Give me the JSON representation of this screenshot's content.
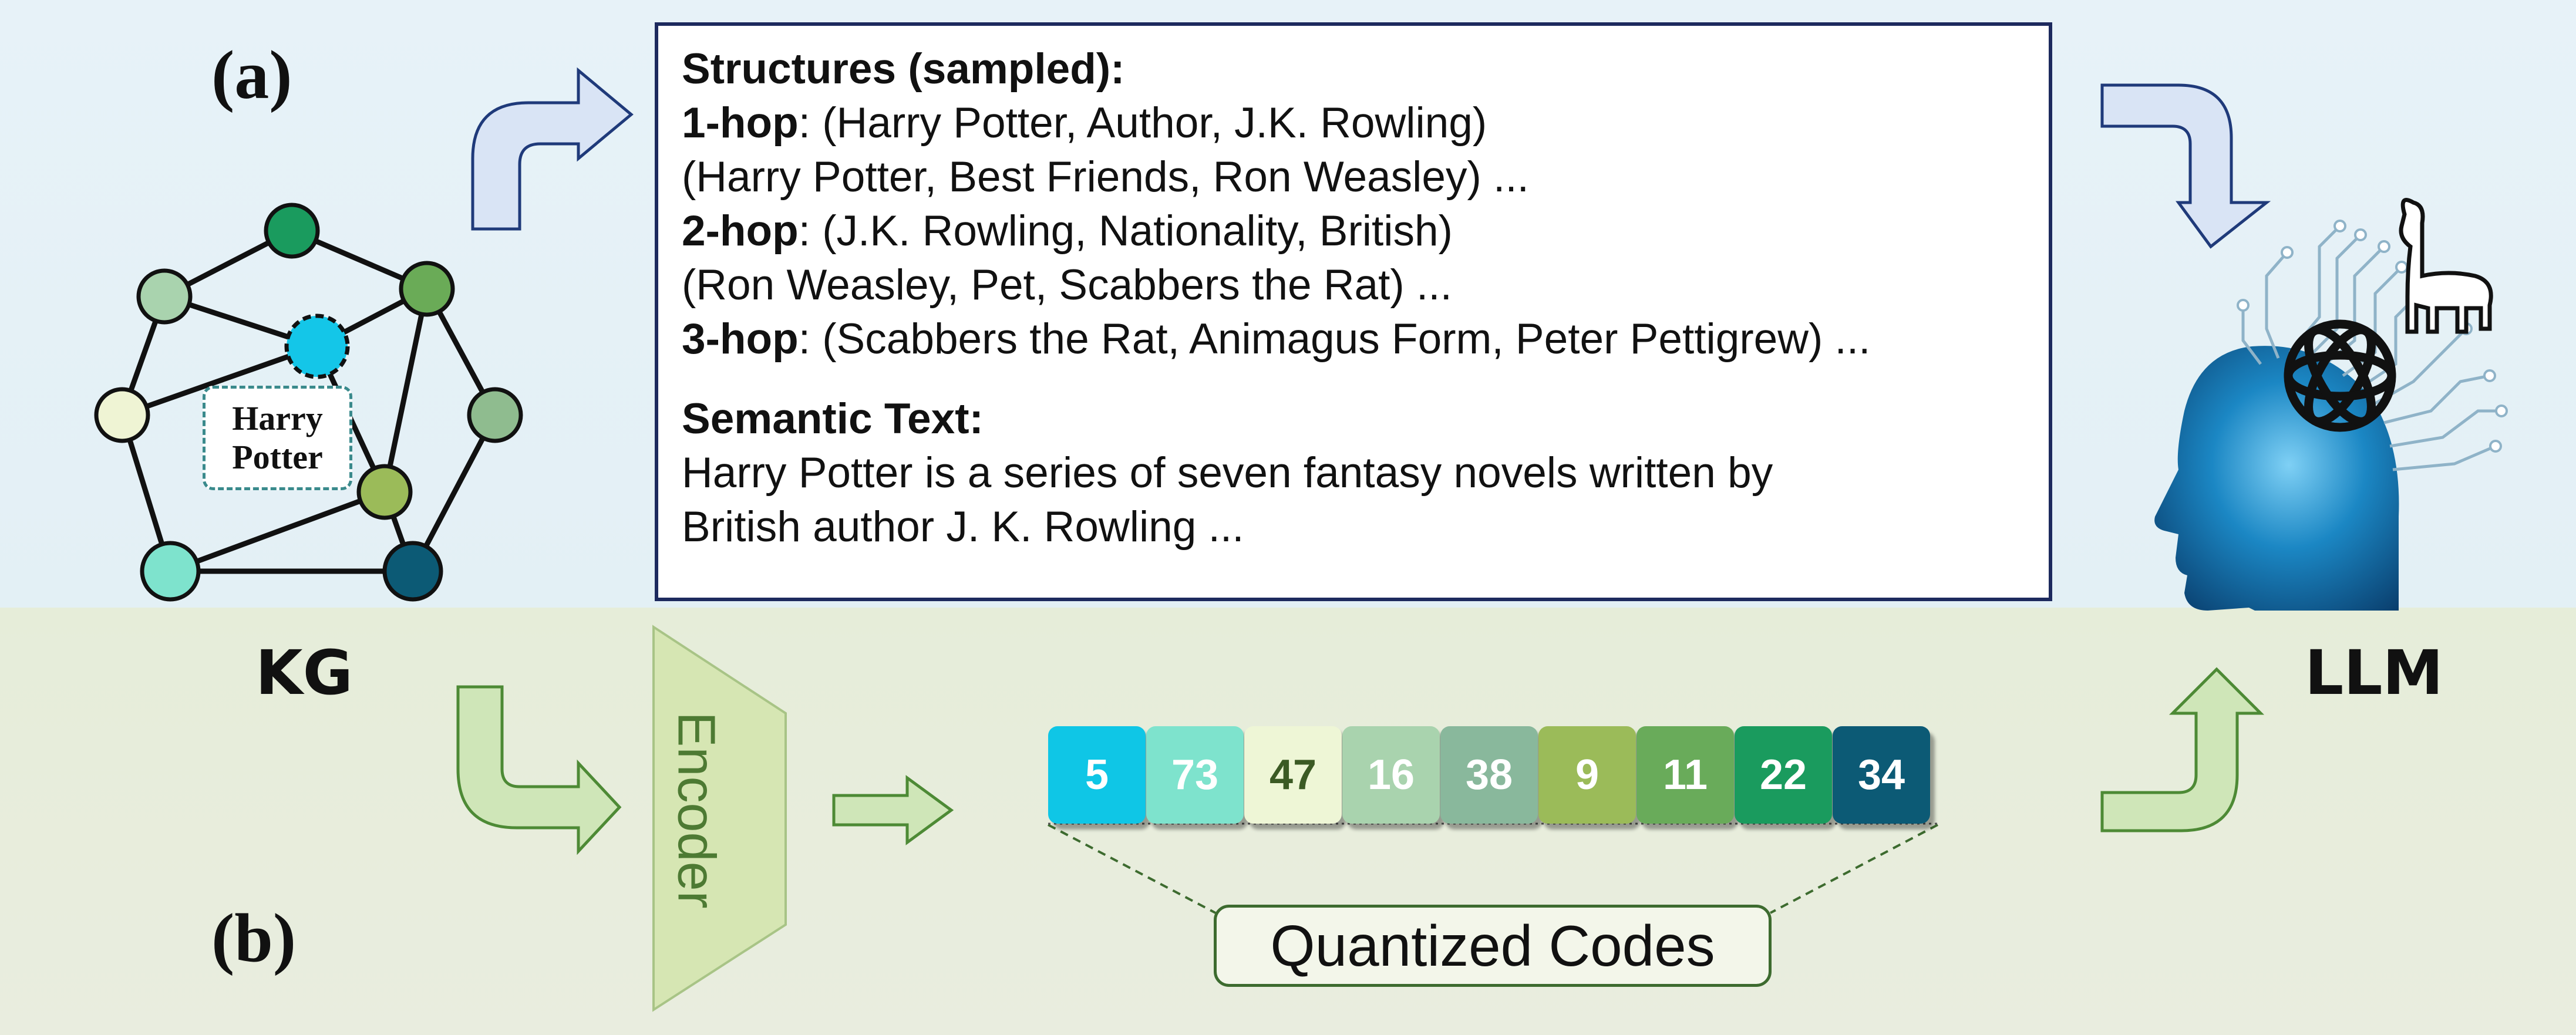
{
  "panels": {
    "a_label": "(a)",
    "b_label": "(b)"
  },
  "kg": {
    "label": "KG",
    "center_node_label_line1": "Harry",
    "center_node_label_line2": "Potter",
    "colors": {
      "top": "#1a9b5e",
      "upper_left": "#a9d3ae",
      "upper_right": "#6aab57",
      "left": "#eff4d4",
      "right": "#8fbc8f",
      "center": "#14c6e8",
      "lower_middle": "#9bbb59",
      "bottom_left": "#7ee3cd",
      "bottom_right": "#0c5a75"
    }
  },
  "text_box": {
    "structures_heading": "Structures (sampled):",
    "hop1_label": "1-hop",
    "hop1_line1": ": (Harry Potter, Author, J.K. Rowling)",
    "hop1_line2": "(Harry Potter, Best Friends, Ron Weasley) ...",
    "hop2_label": "2-hop",
    "hop2_line1": ": (J.K. Rowling, Nationality, British)",
    "hop2_line2": "(Ron Weasley, Pet, Scabbers the Rat) ...",
    "hop3_label": "3-hop",
    "hop3_line1": ": (Scabbers the Rat, Animagus Form, Peter Pettigrew) ...",
    "semantic_heading": "Semantic Text:",
    "semantic_line1": "Harry Potter is a series of seven fantasy novels written by",
    "semantic_line2": "British author J. K. Rowling ..."
  },
  "encoder": {
    "label": "Encoder"
  },
  "quantized": {
    "label": "Quantized Codes",
    "codes": [
      {
        "value": "5",
        "color": "#0fc6e6",
        "text_color": "#ffffff"
      },
      {
        "value": "73",
        "color": "#7ee3cd",
        "text_color": "#ffffff"
      },
      {
        "value": "47",
        "color": "#eef6d6",
        "text_color": "#3b5a24"
      },
      {
        "value": "16",
        "color": "#a9d3ae",
        "text_color": "#ffffff"
      },
      {
        "value": "38",
        "color": "#89b89c",
        "text_color": "#ffffff"
      },
      {
        "value": "9",
        "color": "#9bbb59",
        "text_color": "#ffffff"
      },
      {
        "value": "11",
        "color": "#69ab5a",
        "text_color": "#ffffff"
      },
      {
        "value": "22",
        "color": "#1a9b5e",
        "text_color": "#ffffff"
      },
      {
        "value": "34",
        "color": "#0c5a75",
        "text_color": "#ffffff"
      }
    ]
  },
  "llm": {
    "label": "LLM",
    "head_color": "#0e6fa8",
    "circuit_color": "#8fb3c8"
  },
  "arrow_colors": {
    "blue_fill": "#d9e4f5",
    "blue_stroke": "#1f3a7a",
    "green_fill": "#cfe6b8",
    "green_stroke": "#4d8a35"
  }
}
